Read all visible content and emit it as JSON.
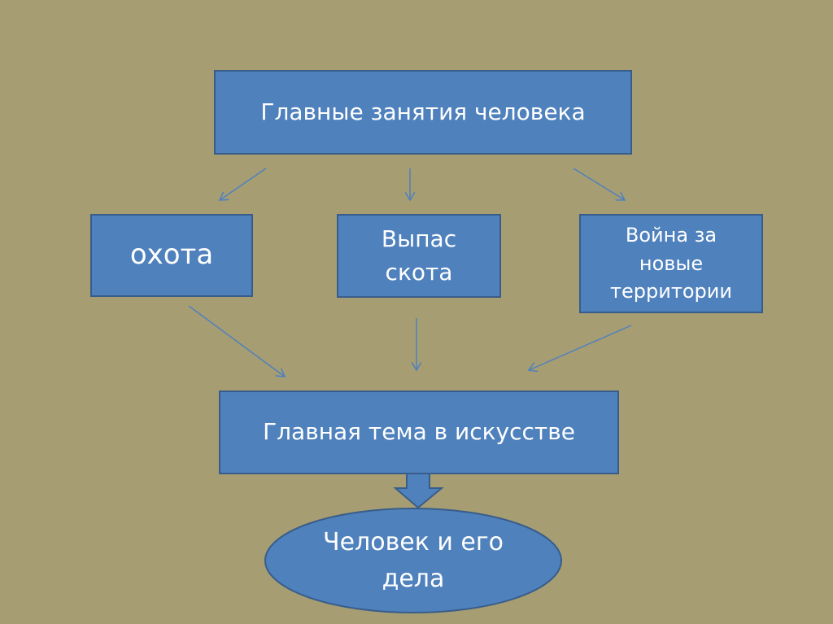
{
  "colors": {
    "background": "#a69d73",
    "box_fill": "#4f81bd",
    "box_border": "#385d8a",
    "arrow": "#4f81bd"
  },
  "top": {
    "label": "Главные занятия человека"
  },
  "activities": [
    {
      "label": "охота"
    },
    {
      "label": "Выпас скота"
    },
    {
      "label": "Война за новые территории"
    }
  ],
  "theme": {
    "label": "Главная тема в искусстве"
  },
  "result": {
    "label": "Человек и его дела"
  }
}
